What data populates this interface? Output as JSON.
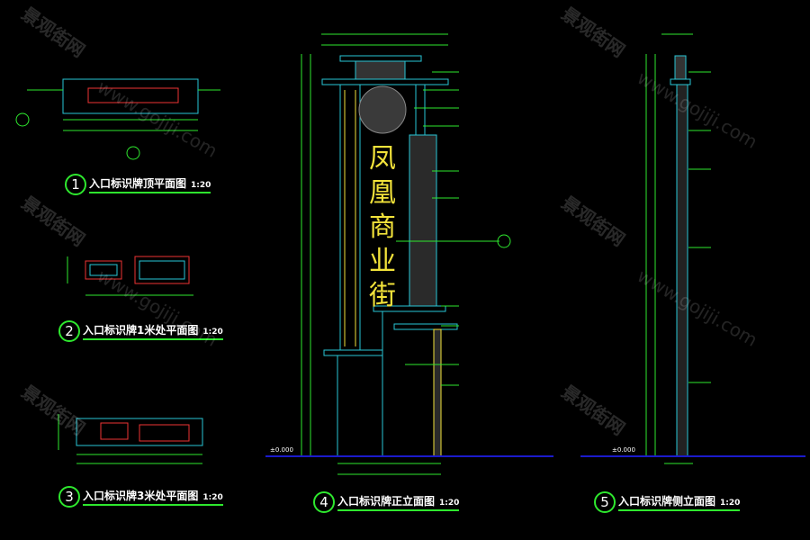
{
  "drawings": [
    {
      "number": "1",
      "title": "入口标识牌顶平面图",
      "scale": "1:20"
    },
    {
      "number": "2",
      "title": "入口标识牌1米处平面图",
      "scale": "1:20"
    },
    {
      "number": "3",
      "title": "入口标识牌3米处平面图",
      "scale": "1:20"
    },
    {
      "number": "4",
      "title": "入口标识牌正立面图",
      "scale": "1:20"
    },
    {
      "number": "5",
      "title": "入口标识牌侧立面图",
      "scale": "1:20"
    }
  ],
  "sign_text": [
    "凤",
    "凰",
    "商",
    "业",
    "街"
  ],
  "ground_level": "±0.000",
  "watermark": {
    "brand": "景观街网",
    "url": "www.gojiji.com"
  },
  "colors": {
    "background": "#000000",
    "dimension": "#2ee82e",
    "outline": "#29c6d6",
    "sign_text": "#f2e23a",
    "ground": "#1a1acc"
  }
}
